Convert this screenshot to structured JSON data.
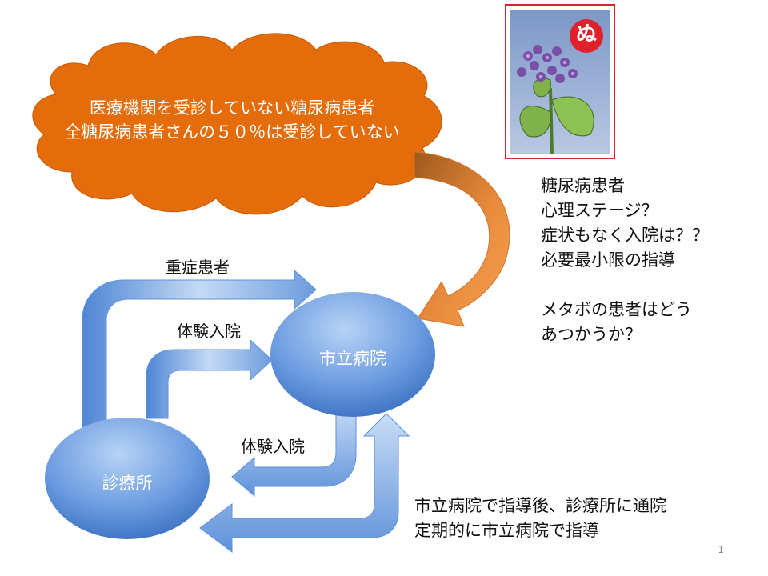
{
  "cloud": {
    "line1": "医療機関を受診していない糖尿病患者",
    "line2": "全糖尿病患者さんの５０％は受診していない"
  },
  "nodes": {
    "hospital": "市立病院",
    "clinic": "診療所"
  },
  "arrows": {
    "severe": "重症患者",
    "trial_in": "体験入院",
    "trial_back": "体験入院"
  },
  "notes": {
    "right_lines": [
      "糖尿病患者",
      "心理ステージ？",
      "症状もなく入院は？？",
      "必要最小限の指導",
      "",
      "メタボの患者はどう",
      "あつかうか？"
    ],
    "bottom_lines": [
      "市立病院で指導後、診療所に通院",
      "定期的に市立病院で指導"
    ]
  },
  "card": {
    "glyph": "ぬ"
  },
  "page_number": "1",
  "colors": {
    "cloud": "#E46C0A",
    "node_light": "#A9C8F0",
    "node_dark": "#3D78C8",
    "arrow_light": "#C9DDF6",
    "arrow_dark": "#5D92DA",
    "curve_arrow_dark": "#9E5A1C",
    "curve_arrow_light": "#F79646",
    "card_border": "#E0202A"
  }
}
